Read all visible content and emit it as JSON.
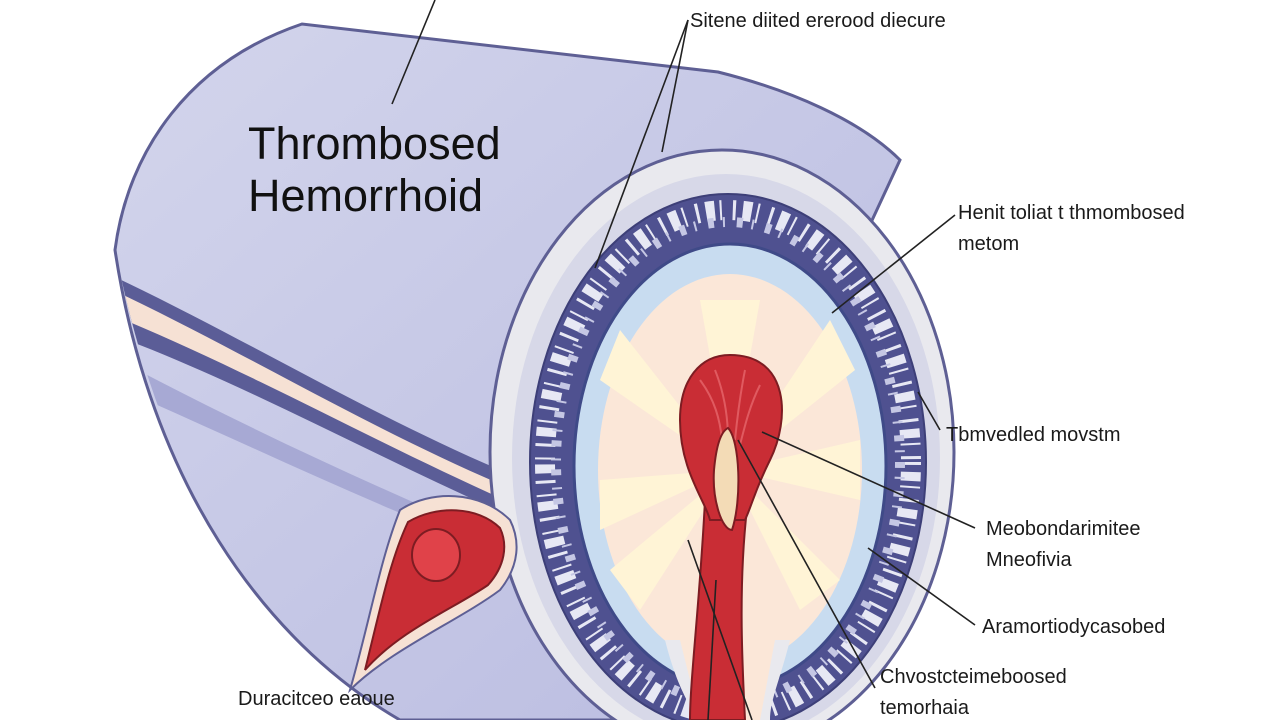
{
  "title": {
    "line1": "Thrombosed",
    "line2": "Hemorrhoid"
  },
  "labels": {
    "top_center": "Sitene diited ererood diecure",
    "right_top_line1": "Henit toliat t thmombosed",
    "right_top_line2": "metom",
    "right_mid": "Tbmvedled movstm",
    "right_lower_line1": "Meobondarimitee",
    "right_lower_line2": "Mneofivia",
    "right_bottom": "Aramortiodycasobed",
    "bottom_center_line1": "Chvostcteimeboosed",
    "bottom_center_line2": "temorhaia",
    "bottom_left": "Duracitceo eaoue"
  },
  "colors": {
    "tube_body": "#c7c9e5",
    "tube_outline": "#5e5f94",
    "outer_rim": "#e9e9ee",
    "muscle_layer": "#4f5190",
    "muscle_pattern": "#e7e8f4",
    "mucosa_band": "#c8dcf0",
    "lumen": "#fbe7d8",
    "vessel_red": "#c92d35",
    "clot_core": "#f3dbb6"
  },
  "icons": {
    "lumen_rays": "radial-sunburst",
    "thrombus": "red-teardrop-clot"
  }
}
